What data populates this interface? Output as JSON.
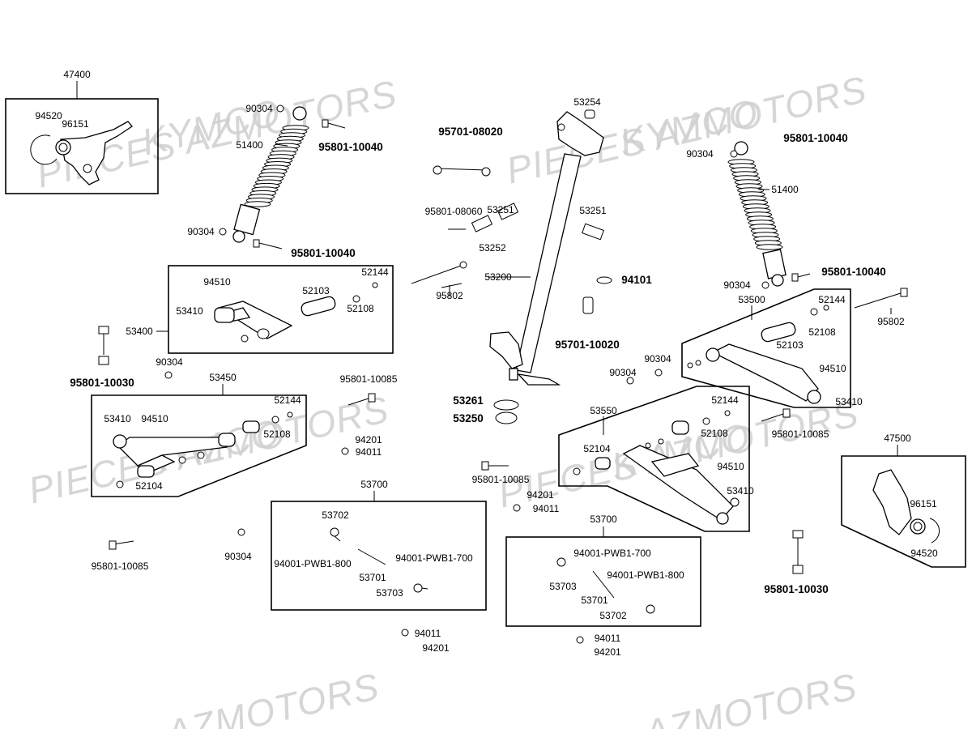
{
  "watermarks": [
    "PIECES AZMOTORS",
    "KYMCO",
    "PIECES AZMOTORS",
    "KYMCO",
    "PIECES AZMOTORS",
    "KYMCO",
    "PIECES AZMOTORS",
    "KYMCO",
    "AZMOTORS",
    "AZMOTORS"
  ],
  "groups": {
    "knuckle_left": "47400",
    "lower_arm_left_upper": "53400",
    "lower_arm_left": "53450",
    "tie_rod_left": "53700",
    "tie_rod_right": "53700",
    "upper_arm_right": "53500",
    "lower_arm_right": "53550",
    "knuckle_right": "47500"
  },
  "labels": [
    {
      "id": "l1",
      "text": "94520"
    },
    {
      "id": "l2",
      "text": "96151"
    },
    {
      "id": "l3",
      "text": "90304"
    },
    {
      "id": "l4",
      "text": "51400"
    },
    {
      "id": "l5",
      "text": "95801-10040"
    },
    {
      "id": "l6",
      "text": "90304"
    },
    {
      "id": "l7",
      "text": "95801-10040"
    },
    {
      "id": "l8",
      "text": "94510"
    },
    {
      "id": "l9",
      "text": "52144"
    },
    {
      "id": "l10",
      "text": "52103"
    },
    {
      "id": "l11",
      "text": "53410"
    },
    {
      "id": "l12",
      "text": "52108"
    },
    {
      "id": "l13",
      "text": "95801-10030"
    },
    {
      "id": "l14",
      "text": "90304"
    },
    {
      "id": "l15",
      "text": "53410"
    },
    {
      "id": "l16",
      "text": "94510"
    },
    {
      "id": "l17",
      "text": "52144"
    },
    {
      "id": "l18",
      "text": "52108"
    },
    {
      "id": "l19",
      "text": "52104"
    },
    {
      "id": "l20",
      "text": "95801-10085"
    },
    {
      "id": "l21",
      "text": "90304"
    },
    {
      "id": "l22",
      "text": "95801-10085"
    },
    {
      "id": "l23",
      "text": "94201"
    },
    {
      "id": "l24",
      "text": "94011"
    },
    {
      "id": "l25",
      "text": "53702"
    },
    {
      "id": "l26",
      "text": "94001-PWB1-800"
    },
    {
      "id": "l27",
      "text": "94001-PWB1-700"
    },
    {
      "id": "l28",
      "text": "53701"
    },
    {
      "id": "l29",
      "text": "53703"
    },
    {
      "id": "l30",
      "text": "94011"
    },
    {
      "id": "l31",
      "text": "94201"
    },
    {
      "id": "l32",
      "text": "95701-08020"
    },
    {
      "id": "l33",
      "text": "53254"
    },
    {
      "id": "l34",
      "text": "95801-08060"
    },
    {
      "id": "l35",
      "text": "53251"
    },
    {
      "id": "l36",
      "text": "53252"
    },
    {
      "id": "l37",
      "text": "53251"
    },
    {
      "id": "l38",
      "text": "95802"
    },
    {
      "id": "l39",
      "text": "53200"
    },
    {
      "id": "l40",
      "text": "94101"
    },
    {
      "id": "l41",
      "text": "95701-10020"
    },
    {
      "id": "l42",
      "text": "53261"
    },
    {
      "id": "l43",
      "text": "53250"
    },
    {
      "id": "l44",
      "text": "95801-10085"
    },
    {
      "id": "l45",
      "text": "94201"
    },
    {
      "id": "l46",
      "text": "94011"
    },
    {
      "id": "l47",
      "text": "94001-PWB1-700"
    },
    {
      "id": "l48",
      "text": "94001-PWB1-800"
    },
    {
      "id": "l49",
      "text": "53703"
    },
    {
      "id": "l50",
      "text": "53701"
    },
    {
      "id": "l51",
      "text": "53702"
    },
    {
      "id": "l52",
      "text": "94011"
    },
    {
      "id": "l53",
      "text": "94201"
    },
    {
      "id": "l54",
      "text": "95801-10040"
    },
    {
      "id": "l55",
      "text": "90304"
    },
    {
      "id": "l56",
      "text": "51400"
    },
    {
      "id": "l57",
      "text": "95801-10040"
    },
    {
      "id": "l58",
      "text": "90304"
    },
    {
      "id": "l59",
      "text": "95802"
    },
    {
      "id": "l60",
      "text": "52144"
    },
    {
      "id": "l61",
      "text": "52108"
    },
    {
      "id": "l62",
      "text": "52103"
    },
    {
      "id": "l63",
      "text": "90304"
    },
    {
      "id": "l64",
      "text": "90304"
    },
    {
      "id": "l65",
      "text": "94510"
    },
    {
      "id": "l66",
      "text": "53410"
    },
    {
      "id": "l67",
      "text": "52144"
    },
    {
      "id": "l68",
      "text": "52108"
    },
    {
      "id": "l69",
      "text": "52104"
    },
    {
      "id": "l70",
      "text": "94510"
    },
    {
      "id": "l71",
      "text": "53410"
    },
    {
      "id": "l72",
      "text": "95801-10085"
    },
    {
      "id": "l73",
      "text": "96151"
    },
    {
      "id": "l74",
      "text": "94520"
    },
    {
      "id": "l75",
      "text": "95801-10030"
    },
    {
      "id": "l76",
      "text": "95801-10085"
    }
  ]
}
